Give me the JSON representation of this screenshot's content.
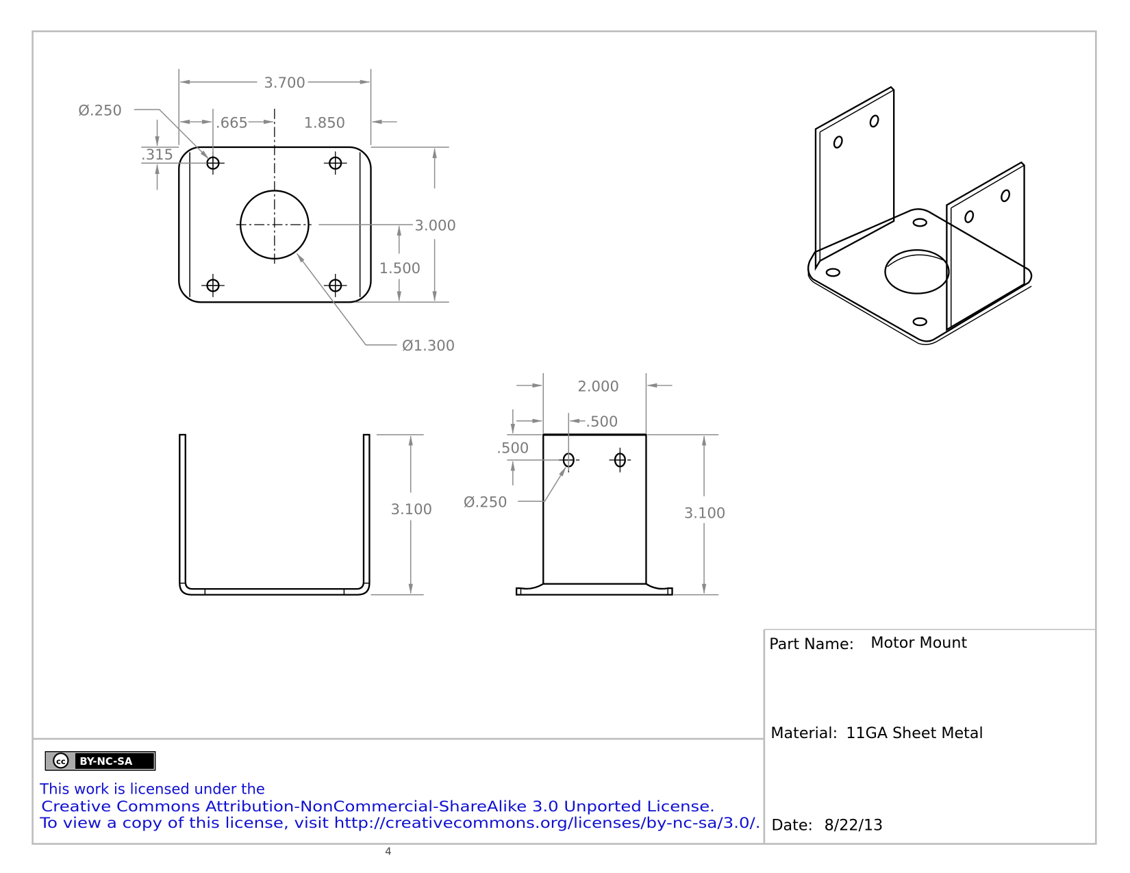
{
  "drawing": {
    "top_view": {
      "overall_width": "3.700",
      "hole_offset_x": ".665",
      "center_offset_x": "1.850",
      "hole_offset_y": ".315",
      "overall_height": "3.000",
      "center_offset_y": "1.500",
      "small_hole_diameter": "Ø.250",
      "large_hole_diameter": "Ø1.300"
    },
    "front_view": {
      "height": "3.100"
    },
    "side_view": {
      "width": "2.000",
      "hole_offset_x": ".500",
      "hole_offset_y": ".500",
      "hole_diameter": "Ø.250",
      "height": "3.100"
    }
  },
  "title_block": {
    "part_name_label": "Part Name:",
    "part_name": "Motor Mount",
    "material_label": "Material:",
    "material": "11GA Sheet Metal",
    "date_label": "Date:",
    "date": "8/22/13"
  },
  "license": {
    "badge": "BY-NC-SA",
    "badge_cc": "cc",
    "line1": "This work is licensed under the",
    "line2": "Creative Commons Attribution-NonCommercial-ShareAlike 3.0 Unported License.",
    "line3": "To view a copy of this license, visit http://creativecommons.org/licenses/by-nc-sa/3.0/."
  },
  "page_number": "4"
}
